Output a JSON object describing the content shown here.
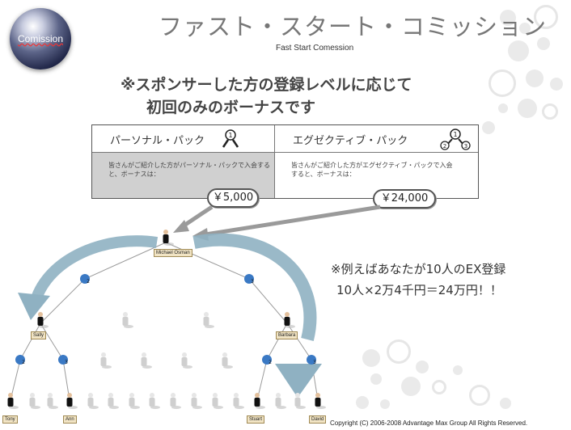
{
  "badge": {
    "label": "Comission"
  },
  "header": {
    "title": "ファスト・スタート・コミッション",
    "subtitle": "Fast Start Comession"
  },
  "note": {
    "line1": "※スポンサーした方の登録レベルに応じて",
    "line2": "初回のみのボーナスです"
  },
  "packs": [
    {
      "title": "パーソナル・パック",
      "description": "皆さんがご紹介した方がパーソナル・パックで入会すると、ボーナスは：",
      "bonus": "￥5,000"
    },
    {
      "title": "エグゼクティブ・パック",
      "description": "皆さんがご紹介した方がエグゼクティブ・パックで入会すると、ボーナスは：",
      "bonus": "￥24,000"
    }
  ],
  "example": {
    "line1": "※例えばあなたが10人のEX登録",
    "line2": "10人×2万4千円＝24万円！！"
  },
  "tree": {
    "root": "Michael Osman",
    "nodes": [
      "Sally",
      "Barbara",
      "Tony",
      "Ann",
      "Stuart",
      "David"
    ],
    "markers": [
      "2",
      "3",
      "2",
      "3",
      "2",
      "3"
    ]
  },
  "footer": {
    "copyright": "Copyright (C) 2006-2008 Advantage Max Group All Rights Reserved."
  },
  "colors": {
    "accent_arrow": "#8fb1c2",
    "grey_arrow": "#9a9a9a",
    "node_ball": "#3a79c4"
  }
}
